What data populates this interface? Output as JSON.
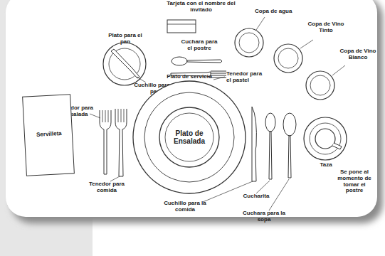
{
  "diagram": {
    "nodes": [
      {
        "text": [
          "Servilleta"
        ]
      },
      {
        "text": [
          "Plato de servicio"
        ]
      },
      {
        "text": [
          "Plato de Ensalada"
        ],
        "in": 1
      }
    ],
    "labels": [
      "Tarjeta con el nombre del invitado",
      "Copa de agua",
      "Copa de Vino Tinto",
      "Copa de Vino Blanco",
      "Plato para el pan",
      "Cuchara para el postre",
      "Tenedor para el pastel",
      "Cuchillo para el pan",
      "Tenedor para Ensalada",
      "Tenedor para comida",
      "Cuchillo para la comida",
      "Cucharita",
      "Cuchara para la sopa",
      "Taza",
      "Se pone al momento de tomar el postre"
    ]
  }
}
